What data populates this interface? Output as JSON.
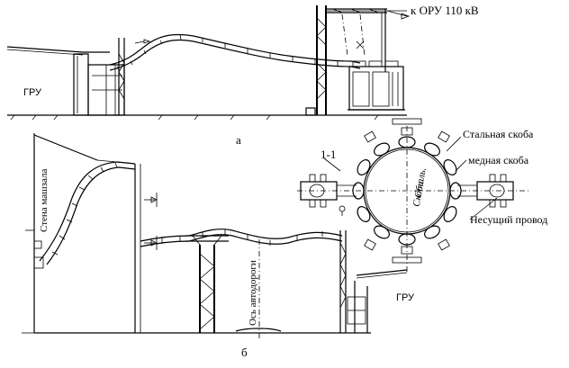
{
  "labels": {
    "oru": "к ОРУ 110 кВ",
    "gru_top": "ГРУ",
    "gru_bottom": "ГРУ",
    "view_a": "а",
    "view_b": "б",
    "section": "1-1",
    "steel_bracket": "Стальная скоба",
    "copper_bracket": "медная скоба",
    "carrier_wire": "Несущий провод",
    "center_text_1": "Сталь.",
    "center_text_2": "Скоба",
    "machine_room_wall": "Стена машзала",
    "road_axis": "Ось автодороги"
  }
}
